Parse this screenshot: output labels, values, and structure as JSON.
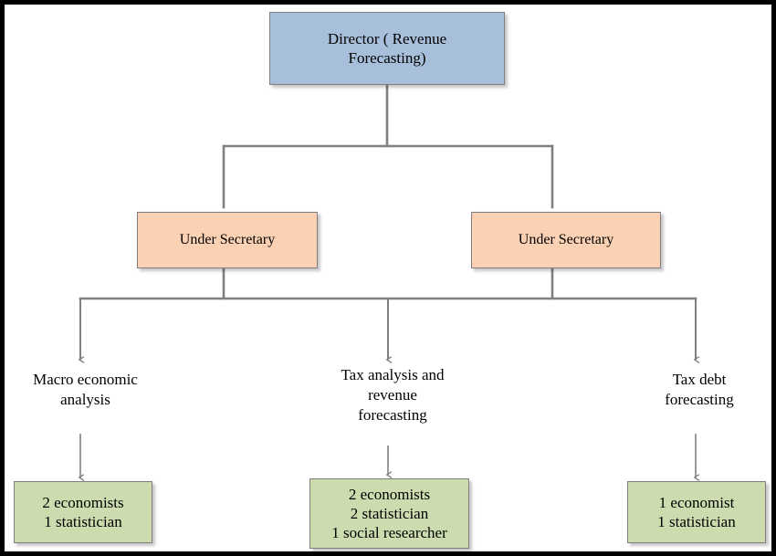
{
  "diagram": {
    "title_text": "Director ( Revenue Forecasting)",
    "colors": {
      "director_fill": "#a7bfda",
      "secretary_fill": "#fad1b2",
      "staff_fill": "#ccdcaf",
      "box_border": "#7f7f7f",
      "connector": "#808080",
      "frame_border": "#000000",
      "text": "#000000"
    },
    "director": {
      "label": "Director ( Revenue\nForecasting)"
    },
    "secretaries": [
      {
        "label": "Under Secretary"
      },
      {
        "label": "Under Secretary"
      }
    ],
    "functions": [
      {
        "label": "Macro economic\nanalysis"
      },
      {
        "label": "Tax analysis and\nrevenue\nforecasting"
      },
      {
        "label": "Tax debt\nforecasting"
      }
    ],
    "staff": [
      {
        "label": "2 economists\n1 statistician"
      },
      {
        "label": "2 economists\n2 statistician\n1 social researcher"
      },
      {
        "label": "1 economist\n1 statistician"
      }
    ]
  }
}
